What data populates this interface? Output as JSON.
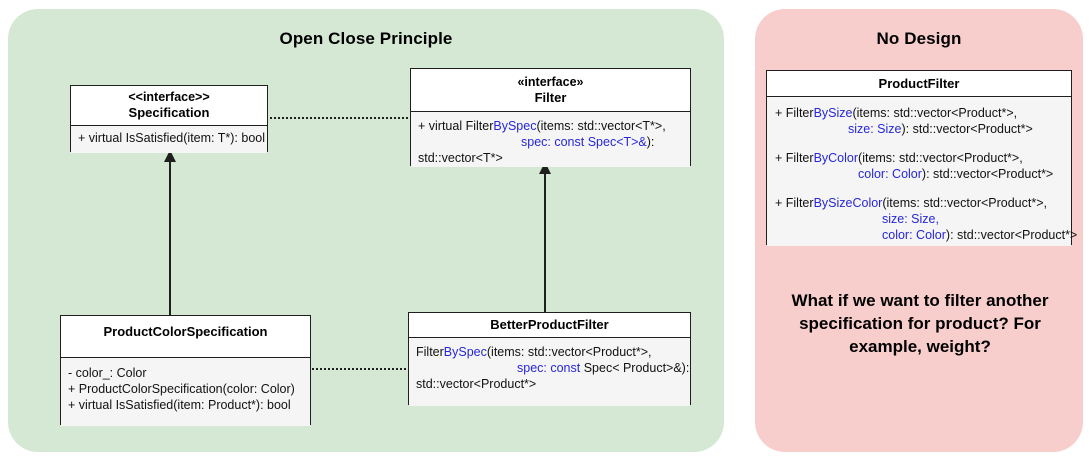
{
  "panels": {
    "left": {
      "title": "Open Close Principle",
      "color": "#d5e8d4"
    },
    "right": {
      "title": "No Design",
      "color": "#f8cecc"
    }
  },
  "boxes": {
    "specification": {
      "stereotype": "<<interface>>",
      "name": "Specification",
      "members": [
        "+ virtual IsSatisfied(item: T*): bool"
      ]
    },
    "filter": {
      "stereotype": "«interface»",
      "name": "Filter",
      "lines": {
        "l1a": "+ virtual Filter",
        "l1b": "BySpec",
        "l1c": "(items: std::vector<T*>,",
        "l2a": "spec: const Spec<T>&",
        "l2b": "):",
        "l3": "std::vector<T*>"
      }
    },
    "product_color_specification": {
      "name": "ProductColorSpecification",
      "members": [
        "- color_: Color",
        "+ ProductColorSpecification(color: Color)",
        "+ virtual IsSatisfied(item: Product*): bool"
      ]
    },
    "better_product_filter": {
      "name": "BetterProductFilter",
      "lines": {
        "l1a": "Filter",
        "l1b": "BySpec",
        "l1c": "(items: std::vector<Product*>,",
        "l2a": "spec: const",
        "l2b": " Spec< Product>&):",
        "l3": "std::vector<Product*>"
      }
    },
    "product_filter": {
      "name": "ProductFilter",
      "methods": [
        {
          "l1a": "+ Filter",
          "l1b": "BySize",
          "l1c": "(items: std::vector<Product*>,",
          "l2a": "size: Size",
          "l2b": "): std::vector<Product*>"
        },
        {
          "l1a": "+ Filter",
          "l1b": "ByColor",
          "l1c": "(items: std::vector<Product*>,",
          "l2a": "color: Color",
          "l2b": "): std::vector<Product*>"
        },
        {
          "l1a": "+ Filter",
          "l1b": "BySizeColor",
          "l1c": "(items: std::vector<Product*>,",
          "l2a": "size: Size,",
          "l3a": "color: Color",
          "l3b": "): std::vector<Product*>"
        }
      ]
    }
  },
  "question": "What if we want to filter another specification for product? For example, weight?",
  "colors": {
    "keyword": "#2727d6",
    "line": "#1f1f1f",
    "box_body": "#f5f5f5"
  }
}
